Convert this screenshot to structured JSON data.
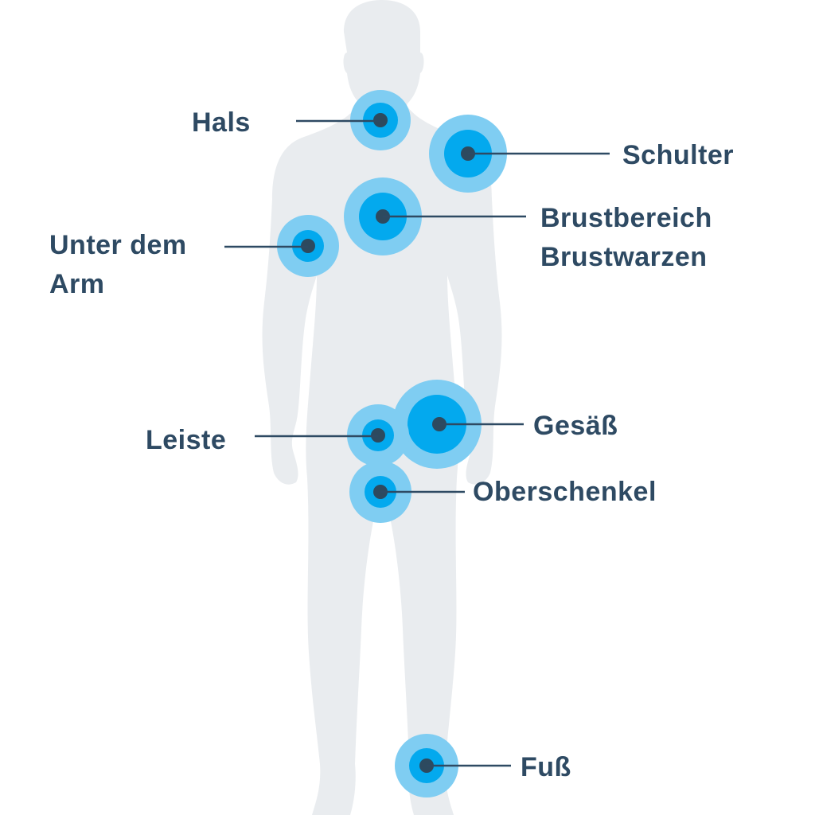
{
  "figure": {
    "body_color": "#e9ecef",
    "marker_colors": {
      "outer": "#7fcdf2",
      "middle": "#36bbf0",
      "inner": "#03a9ee",
      "center": "#2d4a5f"
    },
    "text_color": "#2e4a63"
  },
  "labels": {
    "hals": "Hals",
    "schulter": "Schulter",
    "brust_line1": "Brustbereich",
    "brust_line2": "Brustwarzen",
    "arm_line1": "Unter dem",
    "arm_line2": "Arm",
    "leiste": "Leiste",
    "gesaess": "Gesäß",
    "oberschenkel": "Oberschenkel",
    "fuss": "Fuß"
  }
}
